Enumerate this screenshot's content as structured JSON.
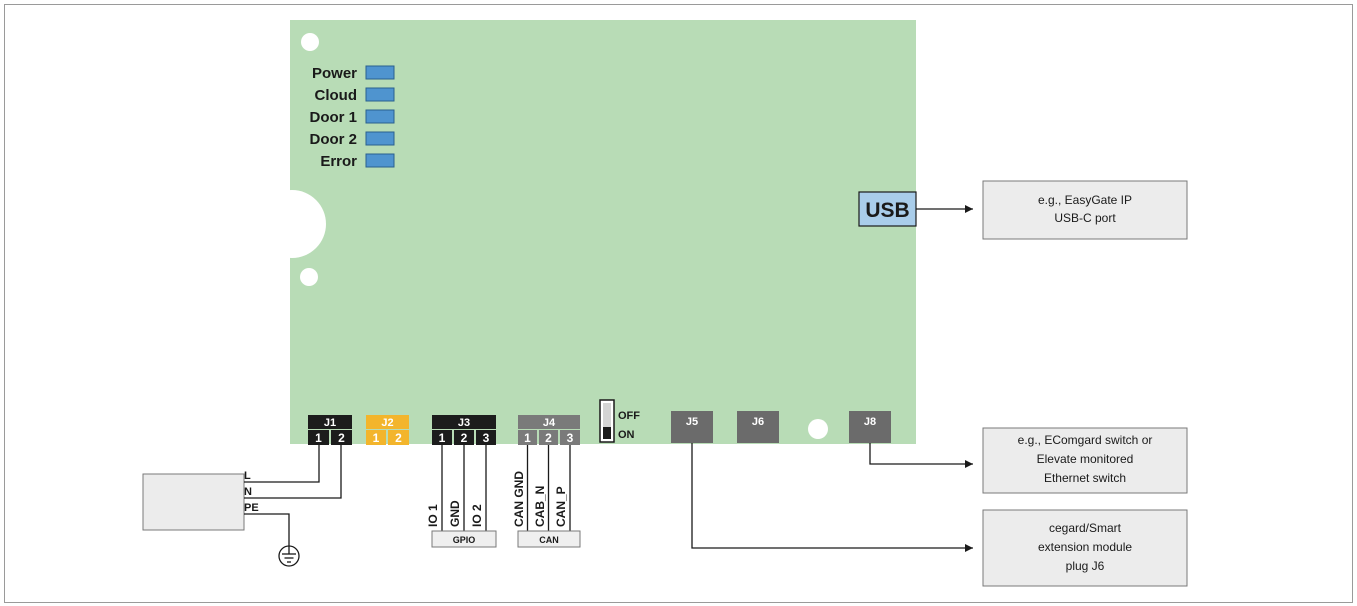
{
  "colors": {
    "board": "#b8dcb6",
    "led": "#4f94cf",
    "connector_dark": "#1c1c1c",
    "connector_yellow": "#f3b52c",
    "connector_grey": "#7a7a7a",
    "port_grey": "#6b6b6b",
    "usb_fill": "#a9cdea",
    "device_box": "#ececec",
    "tag_box": "#efefef"
  },
  "leds": [
    "Power",
    "Cloud",
    "Door 1",
    "Door 2",
    "Error"
  ],
  "usb": {
    "label": "USB",
    "target": [
      "e.g., EasyGate IP",
      "USB-C port"
    ]
  },
  "connectors": {
    "j1": {
      "title": "J1",
      "pins": [
        "1",
        "2"
      ]
    },
    "j2": {
      "title": "J2",
      "pins": [
        "1",
        "2"
      ]
    },
    "j3": {
      "title": "J3",
      "pins": [
        "1",
        "2",
        "3"
      ]
    },
    "j4": {
      "title": "J4",
      "pins": [
        "1",
        "2",
        "3"
      ]
    }
  },
  "switch": {
    "off": "OFF",
    "on": "ON"
  },
  "ports": {
    "j5": "J5",
    "j6": "J6",
    "j8": "J8"
  },
  "power_wires": [
    "L",
    "N",
    "PE"
  ],
  "gpio": {
    "signals": [
      "IO 1",
      "GND",
      "IO 2"
    ],
    "tag": "GPIO"
  },
  "can": {
    "signals": [
      "CAN GND",
      "CAB_N",
      "CAN_P"
    ],
    "tag": "CAN"
  },
  "targets": {
    "j8": [
      "e.g., EComgard switch or",
      "Elevate monitored",
      "Ethernet switch"
    ],
    "j5": [
      "cegard/Smart",
      "extension module",
      "plug J6"
    ]
  }
}
